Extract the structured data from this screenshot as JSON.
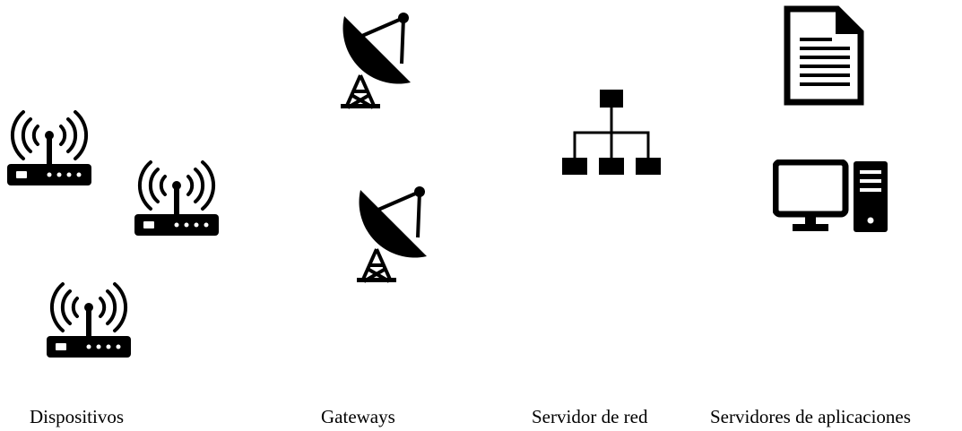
{
  "columns": [
    {
      "label": "Dispositivos",
      "icons": [
        "wireless-router-icon",
        "wireless-router-icon",
        "wireless-router-icon"
      ]
    },
    {
      "label": "Gateways",
      "icons": [
        "satellite-dish-icon",
        "satellite-dish-icon"
      ]
    },
    {
      "label": "Servidor de red",
      "icons": [
        "network-hierarchy-icon"
      ]
    },
    {
      "label": "Servidores de aplicaciones",
      "icons": [
        "document-icon",
        "desktop-computer-icon"
      ]
    }
  ],
  "colors": {
    "icon": "#000000",
    "text": "#000000",
    "background": "#ffffff"
  }
}
